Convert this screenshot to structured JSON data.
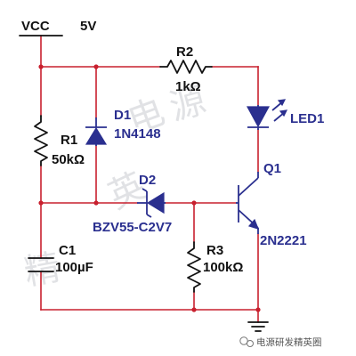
{
  "power": {
    "net_label": "VCC",
    "voltage": "5V"
  },
  "components": {
    "r1": {
      "ref": "R1",
      "value": "50kΩ"
    },
    "r2": {
      "ref": "R2",
      "value": "1kΩ"
    },
    "r3": {
      "ref": "R3",
      "value": "100kΩ"
    },
    "d1": {
      "ref": "D1",
      "part": "1N4148"
    },
    "d2": {
      "ref": "D2",
      "part": "BZV55-C2V7"
    },
    "c1": {
      "ref": "C1",
      "value": "100µF"
    },
    "q1": {
      "ref": "Q1",
      "part": "2N2221"
    },
    "led1": {
      "ref": "LED1"
    }
  },
  "watermark": {
    "text": "电源研发精英圈"
  },
  "colors": {
    "wire": "#c8202e",
    "component": "#111111",
    "semiconductor": "#2a2f8f",
    "background": "#ffffff"
  }
}
